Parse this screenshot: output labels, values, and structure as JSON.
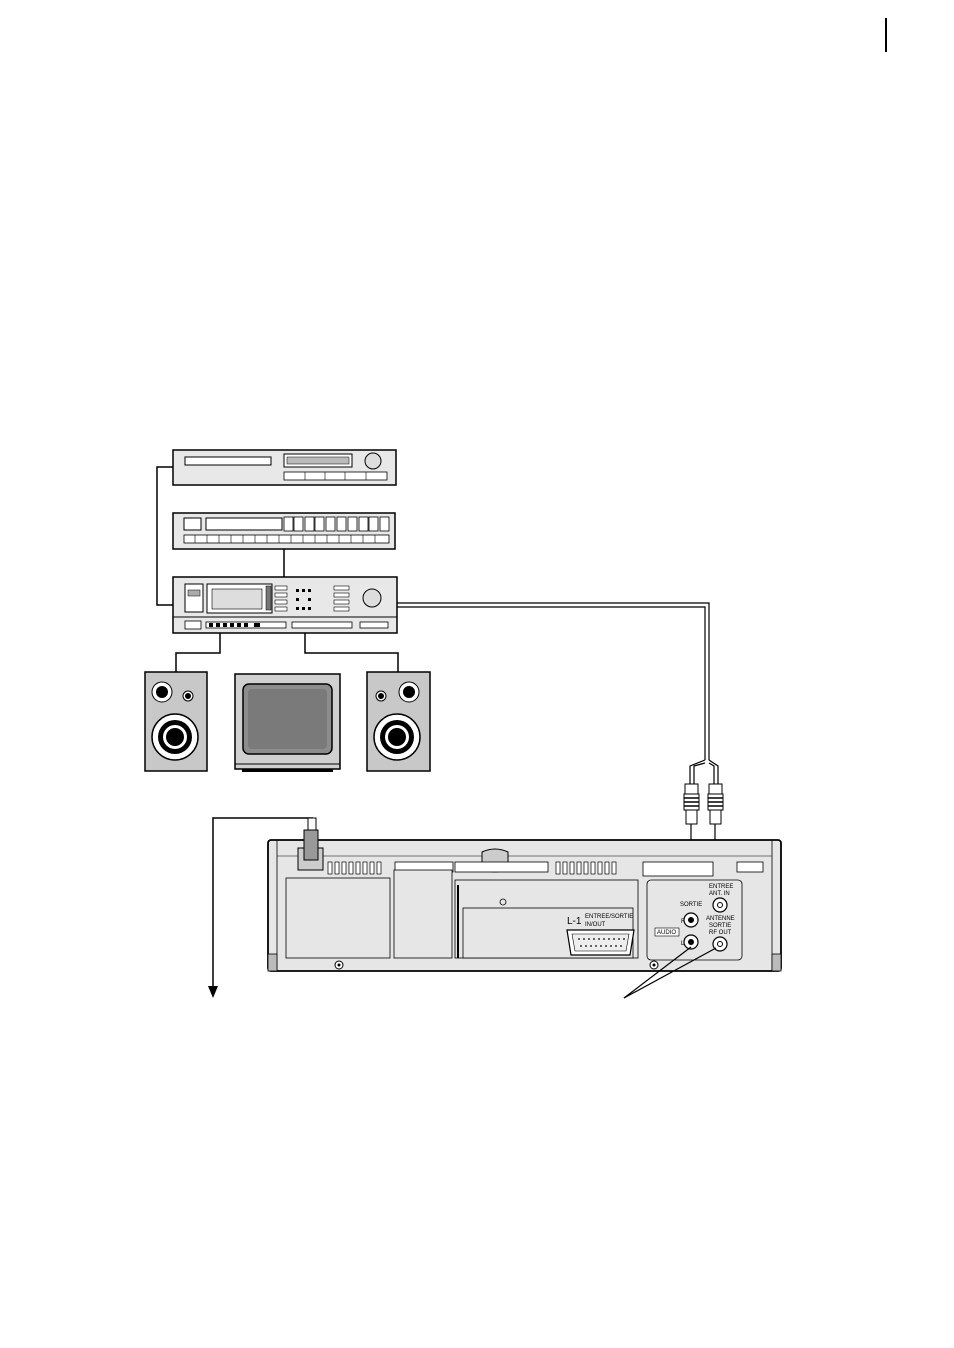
{
  "page": {
    "header_rule": true
  },
  "vcr_panel": {
    "scart_label": "L-1",
    "scart_text_line1": "ENTREE/SORTIE",
    "scart_text_line2": "IN/OUT",
    "audio_label": "AUDIO",
    "audio_r": "R",
    "audio_l": "L",
    "audio_out_label": "SORTIE",
    "antenna_in_line1": "ENTREE",
    "antenna_in_line2": "ANT. IN",
    "antenna_out_line1": "ANTENNE",
    "antenna_out_line2": "SORTIE",
    "antenna_out_line3": "RF OUT"
  },
  "colors": {
    "line": "#000000",
    "panel_fill": "#e6e6e6",
    "device_fill": "#e8e8e8",
    "screen_fill": "#8c8c8c",
    "speaker_fill": "#c8c8c8"
  }
}
